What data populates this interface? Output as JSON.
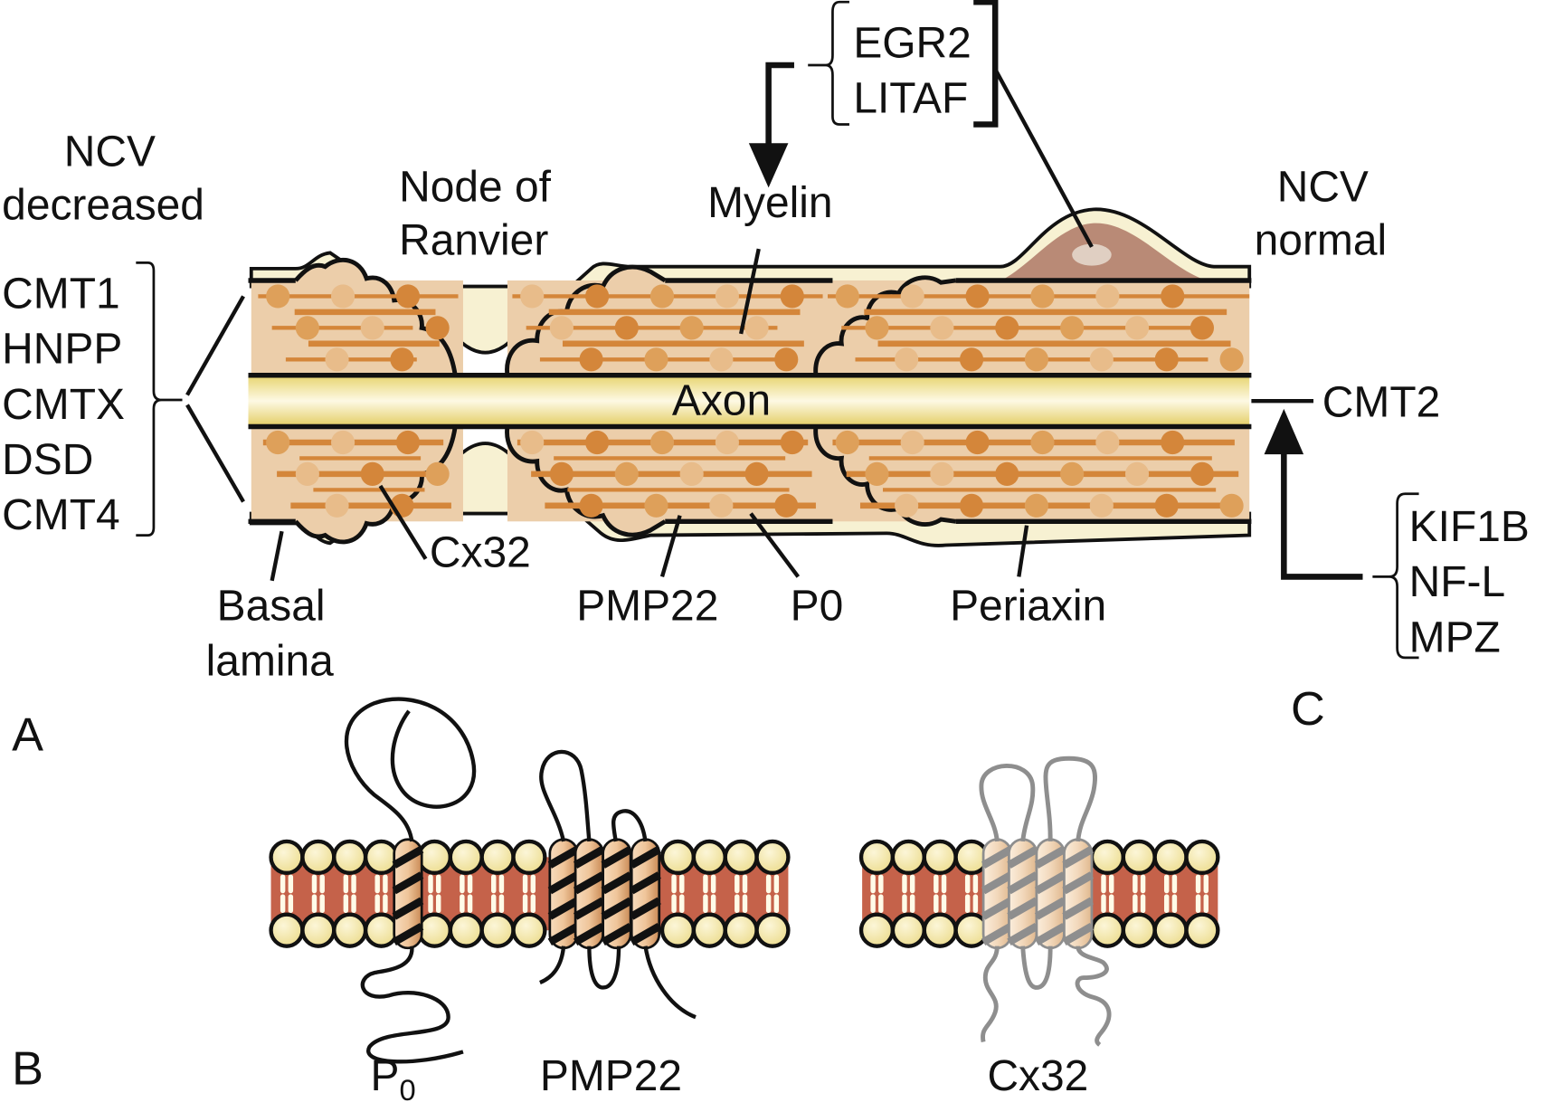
{
  "figure": {
    "panel_labels": {
      "a": "A",
      "b": "B",
      "c": "C"
    },
    "panel_a": {
      "ncv_left": {
        "line1": "NCV",
        "line2": "decreased"
      },
      "ncv_right": {
        "line1": "NCV",
        "line2": "normal"
      },
      "node_label": {
        "line1": "Node of",
        "line2": "Ranvier"
      },
      "myelin_label": "Myelin",
      "axon_label": "Axon",
      "demyelinating_diseases": [
        "CMT1",
        "HNPP",
        "CMTX",
        "DSD",
        "CMT4"
      ],
      "upstream_genes": [
        "EGR2",
        "LITAF"
      ],
      "bottom_labels": {
        "basal_lamina": {
          "line1": "Basal",
          "line2": "lamina"
        },
        "cx32": "Cx32",
        "pmp22": "PMP22",
        "p0": "P0",
        "periaxin": "Periaxin"
      }
    },
    "panel_c": {
      "axonal_disease": "CMT2",
      "axonal_genes": [
        "KIF1B",
        "NF-L",
        "MPZ"
      ]
    },
    "panel_b": {
      "p0_label": {
        "main": "P",
        "sub": "0"
      },
      "pmp22_label": "PMP22",
      "cx32_label": "Cx32"
    },
    "colors": {
      "myelin": "#ecceaa",
      "sheath": "#f7f1d2",
      "axon": "#f1e39a",
      "lamellae": "#d4863a",
      "schwann_nucleus": "#b98a76",
      "bilayer": "#c5624a",
      "lipid_head": "#f3e7a6",
      "grey_protein": "#8e8e8e"
    }
  }
}
